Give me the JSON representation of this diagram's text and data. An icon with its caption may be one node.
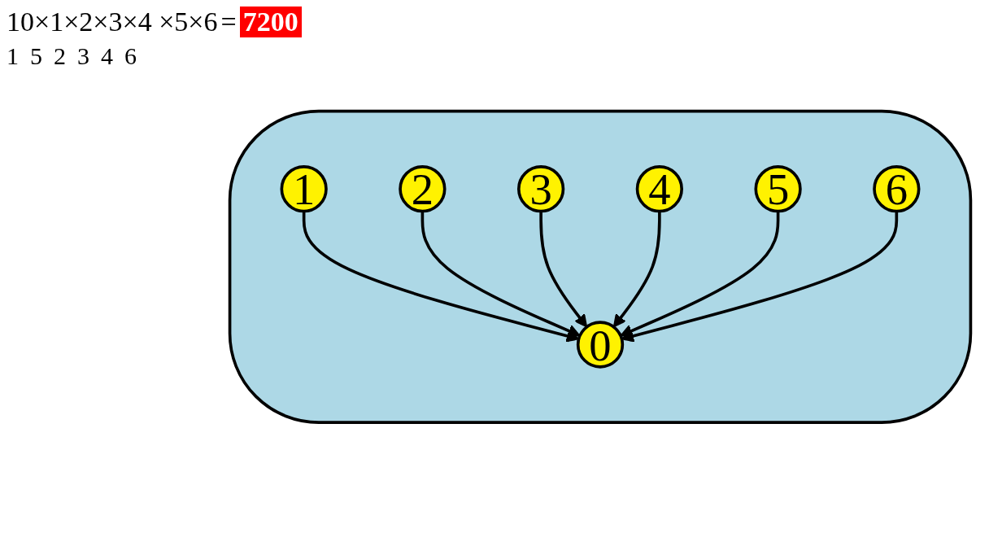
{
  "diagram": {
    "nodes": [
      {
        "text": [],
        "shape": "cloud"
      },
      {
        "text": [
          "0"
        ],
        "in": 0
      },
      {
        "text": [
          "1"
        ],
        "in": 0
      },
      {
        "text": [
          "2"
        ],
        "in": 0
      },
      {
        "text": [
          "3"
        ],
        "in": 0
      },
      {
        "text": [
          "4"
        ],
        "in": 0
      },
      {
        "text": [
          "5"
        ],
        "in": 0
      },
      {
        "text": [
          "6"
        ],
        "in": 0
      }
    ],
    "edges": [
      {
        "from": 2,
        "to": 1,
        "arrow": "to"
      },
      {
        "from": 3,
        "to": 1,
        "arrow": "to"
      },
      {
        "from": 4,
        "to": 1,
        "arrow": "to"
      },
      {
        "from": 5,
        "to": 1,
        "arrow": "to"
      },
      {
        "from": 6,
        "to": 1,
        "arrow": "to"
      },
      {
        "from": 7,
        "to": 1,
        "arrow": "to"
      }
    ],
    "labels": [
      "10×1×2×3×4 ×5×6",
      "=",
      "7200",
      "1",
      "5",
      "2",
      "3",
      "4",
      "6"
    ]
  }
}
